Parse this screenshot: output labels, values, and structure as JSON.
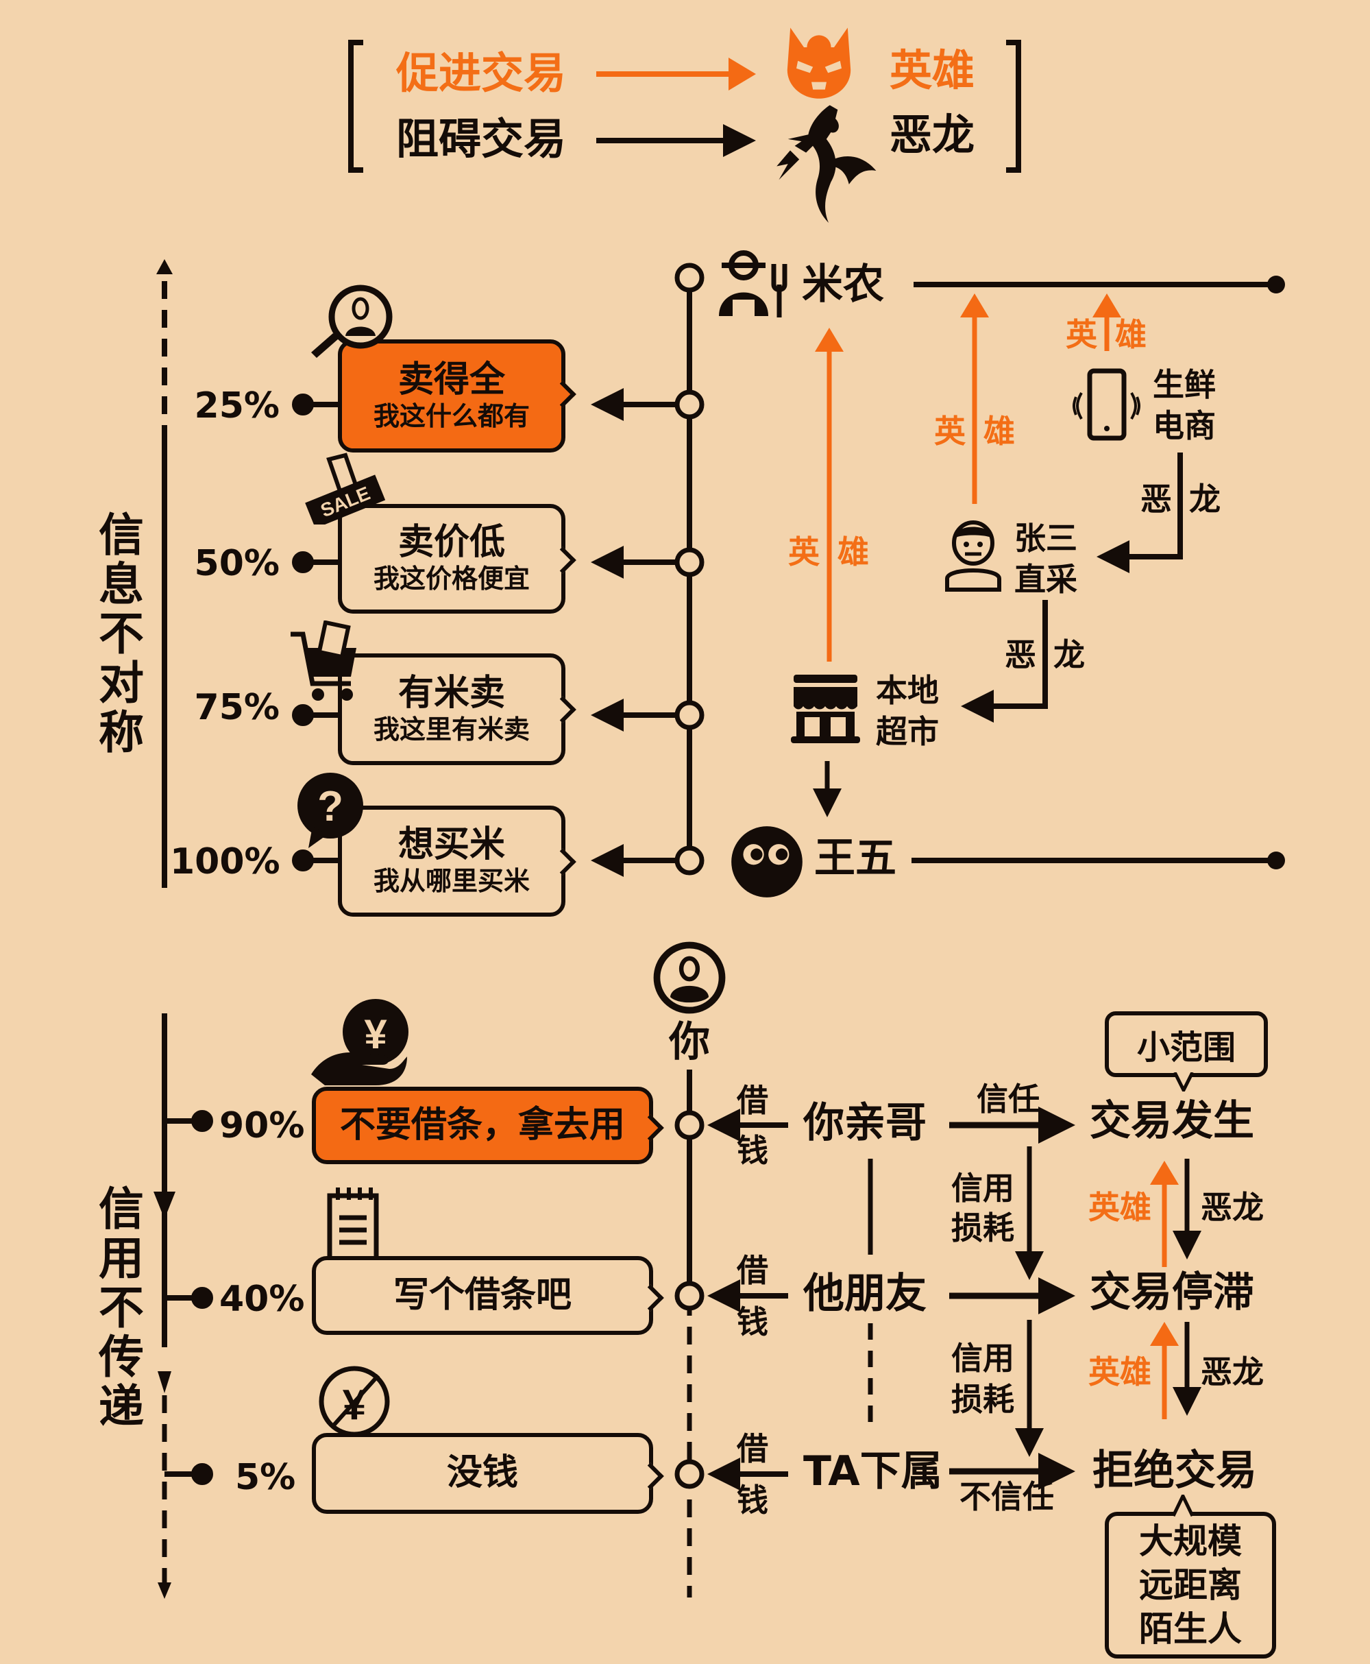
{
  "legend": {
    "promote_label": "促进交易",
    "hinder_label": "阻碍交易",
    "hero_label": "英雄",
    "dragon_label": "恶龙",
    "hero_icon": "hero-mask-icon",
    "dragon_icon": "dragon-icon"
  },
  "info_section": {
    "axis_label": "信息不对称",
    "rows": [
      {
        "percent": "25%",
        "title": "卖得全",
        "subtitle": "我这什么都有",
        "icon": "magnifier-person-icon",
        "highlight": true
      },
      {
        "percent": "50%",
        "title": "卖价低",
        "subtitle": "我这价格便宜",
        "icon": "sale-tag-icon",
        "highlight": false
      },
      {
        "percent": "75%",
        "title": "有米卖",
        "subtitle": "我这里有米卖",
        "icon": "shopping-cart-icon",
        "highlight": false
      },
      {
        "percent": "100%",
        "title": "想买米",
        "subtitle": "我从哪里买米",
        "icon": "question-bubble-icon",
        "highlight": false
      }
    ],
    "seller": {
      "label": "米农",
      "icon": "farmer-icon"
    },
    "buyer": {
      "label": "王五",
      "icon": "face-eyes-icon"
    },
    "ecommerce": {
      "line1": "生鲜",
      "line2": "电商",
      "icon": "phone-icon"
    },
    "direct": {
      "line1": "张三",
      "line2": "直采",
      "icon": "person-icon"
    },
    "supermarket": {
      "line1": "本地",
      "line2": "超市",
      "icon": "store-icon"
    },
    "hero_a": "英",
    "hero_b": "雄",
    "dragon_a": "恶",
    "dragon_b": "龙"
  },
  "credit_section": {
    "axis_label": "信用不传递",
    "you_label": "你",
    "you_icon": "user-circle-icon",
    "rows": [
      {
        "percent": "90%",
        "text": "不要借条，拿去用",
        "icon": "money-hand-icon",
        "highlight": true
      },
      {
        "percent": "40%",
        "text": "写个借条吧",
        "icon": "notepad-icon",
        "highlight": false
      },
      {
        "percent": "5%",
        "text": "没钱",
        "icon": "no-money-icon",
        "highlight": false
      }
    ],
    "borrow_a": "借",
    "borrow_b": "钱",
    "people": [
      "你亲哥",
      "他朋友",
      "TA下属"
    ],
    "outcomes": [
      "交易发生",
      "交易停滞",
      "拒绝交易"
    ],
    "trust_label": "信任",
    "distrust_label": "不信任",
    "credit_loss_line1": "信用",
    "credit_loss_line2": "损耗",
    "hero_label": "英雄",
    "dragon_label": "恶龙",
    "small_scope": "小范围",
    "large_scope": [
      "大规模",
      "远距离",
      "陌生人"
    ]
  },
  "colors": {
    "background": "#F3D4AD",
    "accent": "#F46A14",
    "ink": "#140C08"
  }
}
